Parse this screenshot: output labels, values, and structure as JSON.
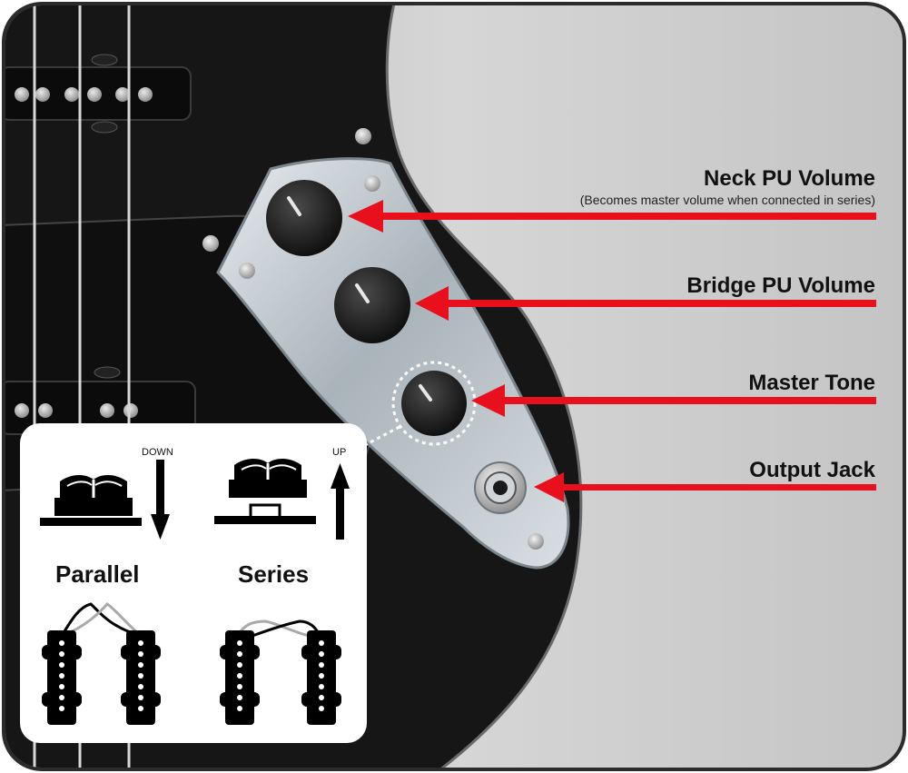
{
  "callouts": {
    "neck_volume": {
      "title": "Neck PU Volume",
      "note": "(Becomes master volume when connected in series)"
    },
    "bridge_volume": {
      "title": "Bridge PU Volume"
    },
    "master_tone": {
      "title": "Master Tone"
    },
    "output_jack": {
      "title": "Output Jack"
    }
  },
  "inset": {
    "parallel": {
      "label": "Parallel",
      "direction": "DOWN"
    },
    "series": {
      "label": "Series",
      "direction": "UP"
    }
  },
  "colors": {
    "arrow": "#e8101c",
    "body": "#1a1a1a",
    "background": "#c9c9c9",
    "frame": "#2b2b2b",
    "pickguard": "#c4ccd2"
  }
}
